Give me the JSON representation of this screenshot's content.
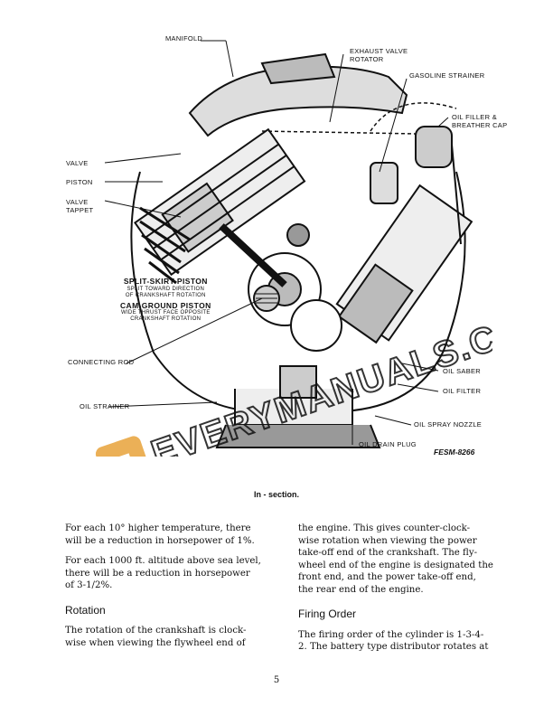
{
  "figure": {
    "callouts": {
      "manifold": "MANIFOLD",
      "exhaust_valve_rotator": "EXHAUST VALVE\nROTATOR",
      "gasoline_strainer": "GASOLINE STRAINER",
      "oil_filler": "OIL FILLER &\nBREATHER CAP",
      "valve": "VALVE",
      "piston": "PISTON",
      "valve_tappet": "VALVE\nTAPPET",
      "connecting_rod": "CONNECTING ROD",
      "oil_strainer": "OIL STRAINER",
      "oil_saber": "OIL SABER",
      "oil_filter": "OIL FILTER",
      "oil_spray_nozzle": "OIL SPRAY NOZZLE",
      "oil_drain_plug": "OIL DRAIN PLUG"
    },
    "split_skirt_title": "SPLIT-SKIRT PISTON",
    "split_skirt_sub": "SPLIT TOWARD DIRECTION\nOF CRANKSHAFT ROTATION",
    "cam_ground_title": "CAM-GROUND PISTON",
    "cam_ground_sub": "WIDE THRUST FACE OPPOSITE\nCRANKSHAFT ROTATION",
    "figure_id": "FESM-8266",
    "caption": "In - section."
  },
  "left_column": {
    "para1": "For each 10° higher temperature, there\nwill be a reduction in horsepower of 1%.",
    "para2": "For each 1000 ft. altitude above sea level,\nthere will be a reduction in horsepower\nof 3-1/2%.",
    "heading": "Rotation",
    "para3": "The rotation of the crankshaft is clock-\nwise when viewing the flywheel end of"
  },
  "right_column": {
    "para1": "the engine. This gives counter-clock-\nwise rotation when viewing the power\ntake-off end of the crankshaft. The fly-\nwheel end of the engine is designated the\nfront end, and the power take-off end,\nthe rear end of the engine.",
    "heading": "Firing Order",
    "para2": "The firing order of the cylinder is 1-3-4-\n2. The battery type distributor rotates at"
  },
  "page_number": "5",
  "watermark": {
    "text": "EVERYMANUALS.COM",
    "badge_letter": "E",
    "color": "#e8a33a"
  }
}
